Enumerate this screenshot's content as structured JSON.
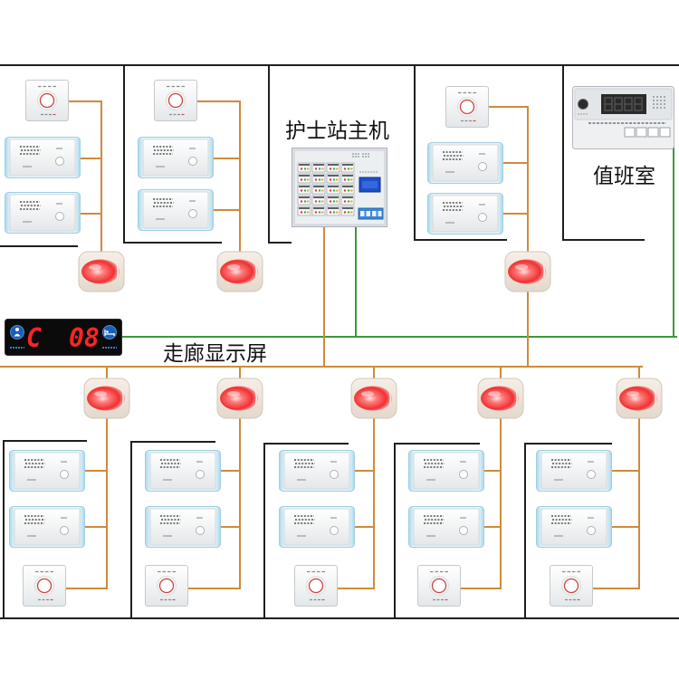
{
  "labels": {
    "nurse_station": "护士站主机",
    "duty_room": "值班室",
    "corridor_display": "走廊显示屏"
  },
  "corridor_display_readout": {
    "prefix": "C",
    "number": "08"
  },
  "colors": {
    "wall": "#1f1f1f",
    "wire_orange": "#d08a3c",
    "wire_green": "#3a9a3a",
    "led_red": "#ff2424",
    "device_edge_blue": "#a9d8ea",
    "indicator_red": "#f03030"
  },
  "icons": {
    "call_button": "call-button-icon",
    "bedside_unit": "bedside-unit-icon",
    "corridor_light": "corridor-light-icon",
    "host": "nurse-station-host-icon",
    "duty_unit": "duty-room-unit-icon",
    "display_left": "nurse-icon",
    "display_right": "bed-icon"
  }
}
